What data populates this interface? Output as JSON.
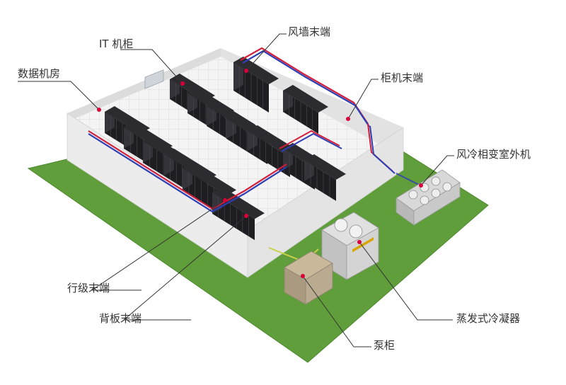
{
  "labels": {
    "it_cabinet": "IT 机柜",
    "data_room": "数据机房",
    "wind_wall": "风墙末端",
    "cabinet_unit": "柜机末端",
    "outdoor_unit": "风冷相变室外机",
    "row_terminal": "行级末端",
    "backplane": "背板末端",
    "evap_condenser": "蒸发式冷凝器",
    "pump_cabinet": "泵柜"
  },
  "colors": {
    "ground": "#5f9e3a",
    "ground_edge": "#4d8a2e",
    "floor": "#f4f4f4",
    "grid": "#d4d4d4",
    "wall": "#ececec",
    "rack": "#1e1e22",
    "rack_side": "#34343a",
    "pipe_red": "#d21f3c",
    "pipe_blue": "#2c3fb4",
    "dot": "#d9003a",
    "metal": "#c4c4c4",
    "text": "#333333"
  }
}
